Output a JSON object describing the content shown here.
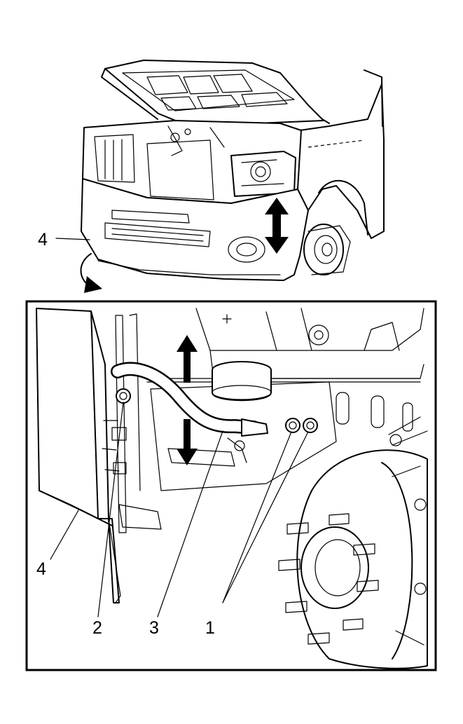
{
  "callouts": {
    "top_bumper": "4",
    "detail_bumper": "4",
    "bolt_left": "2",
    "hose": "3",
    "bolts_right": "1"
  },
  "colors": {
    "ink": "#000000",
    "paper": "#ffffff"
  }
}
